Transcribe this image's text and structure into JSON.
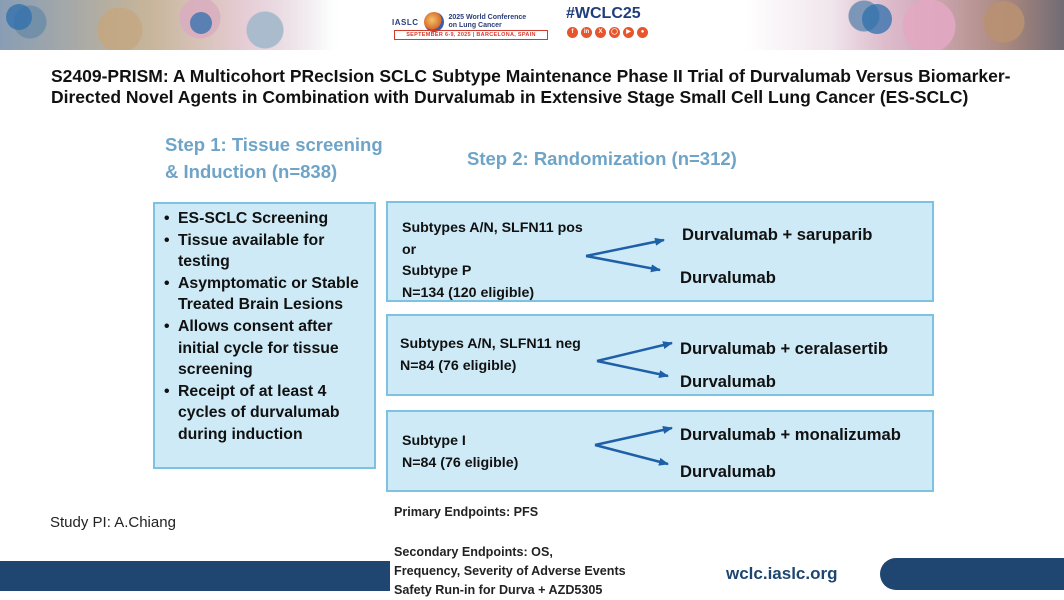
{
  "header": {
    "org": "IASLC",
    "conference": "2025 World Conference on Lung Cancer",
    "dates": "SEPTEMBER 6-9, 2025 | BARCELONA, SPAIN",
    "hashtag": "#WCLC25",
    "social_icons": [
      "facebook-icon",
      "linkedin-icon",
      "x-icon",
      "instagram-icon",
      "youtube-icon",
      "wechat-icon"
    ]
  },
  "title": "S2409-PRISM: A Multicohort PRecIsion SCLC Subtype Maintenance Phase II  Trial of Durvalumab Versus Biomarker-Directed Novel Agents in Combination with Durvalumab in Extensive Stage Small Cell Lung Cancer (ES-SCLC)",
  "step1": {
    "line1": "Step 1: Tissue screening",
    "line2": "& Induction (n=838)",
    "criteria": [
      "ES-SCLC Screening",
      "Tissue available for testing",
      "Asymptomatic or Stable Treated Brain Lesions",
      "Allows consent after initial cycle for tissue screening",
      "Receipt of at least 4 cycles of durvalumab during induction"
    ]
  },
  "step2": {
    "heading": "Step 2: Randomization (n=312)",
    "cohorts": [
      {
        "lines": [
          "Subtypes  A/N, SLFN11 pos",
          "or",
          "Subtype   P",
          "N=134 (120 eligible)"
        ],
        "arms": [
          "Durvalumab + saruparib",
          "Durvalumab"
        ]
      },
      {
        "lines": [
          "Subtypes  A/N, SLFN11 neg",
          "N=84 (76 eligible)"
        ],
        "arms": [
          "Durvalumab + ceralasertib",
          "Durvalumab"
        ]
      },
      {
        "lines": [
          "Subtype   I",
          "N=84 (76 eligible)"
        ],
        "arms": [
          "Durvalumab + monalizumab",
          "Durvalumab"
        ]
      }
    ]
  },
  "footer": {
    "pi": "Study PI: A.Chiang",
    "primary": "Primary Endpoints: PFS",
    "secondary": [
      "Secondary Endpoints: OS,",
      "Frequency, Severity of Adverse Events",
      "Safety Run-in for Durva + AZD5305"
    ],
    "website": "wclc.iaslc.org"
  },
  "colors": {
    "box_fill": "#cdeaf6",
    "box_border": "#7ec2e2",
    "step_heading": "#6ea4c8",
    "arrow": "#1f5fa8",
    "footer_bar": "#1e4670"
  }
}
